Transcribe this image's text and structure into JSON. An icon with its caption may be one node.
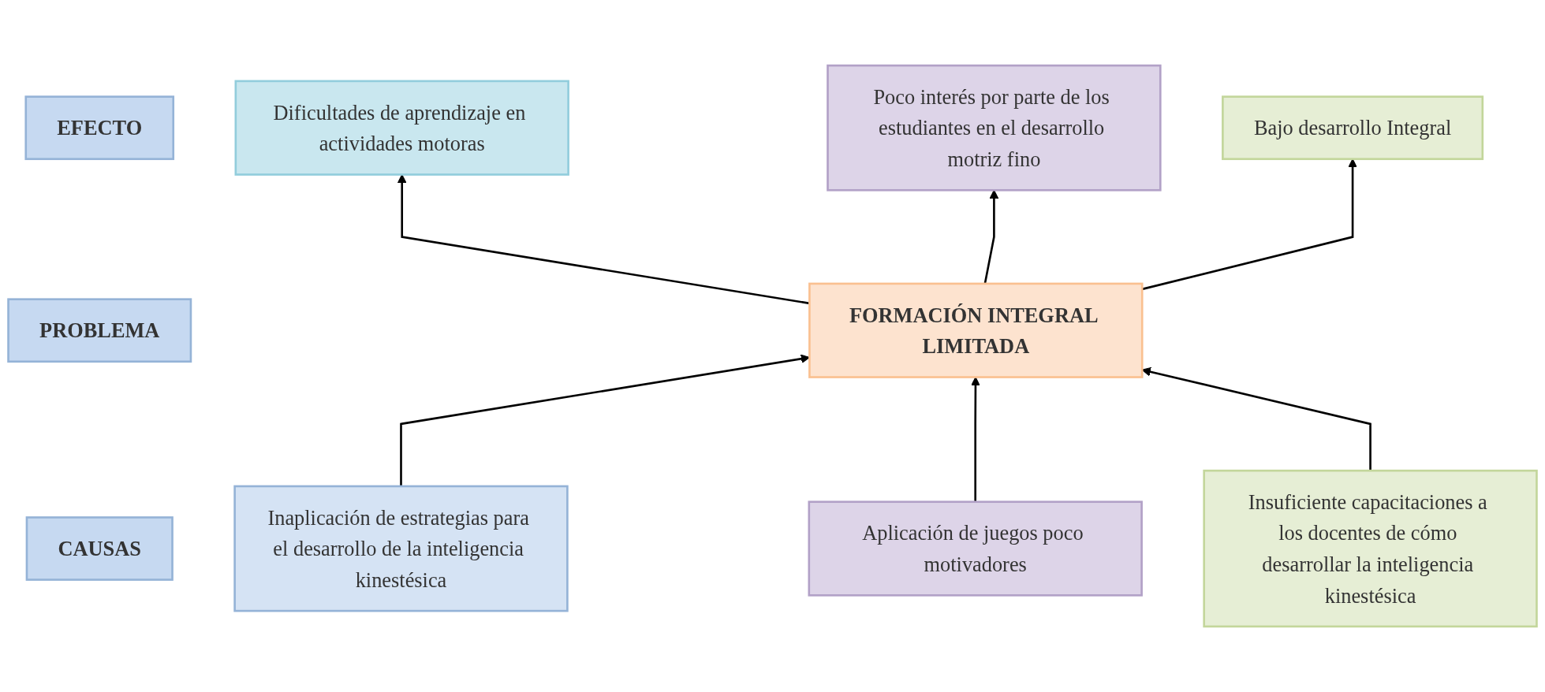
{
  "diagram": {
    "nodes": [
      {
        "text": [
          "EFECTO"
        ]
      },
      {
        "text": [
          "Dificultades de aprendizaje en actividades motoras"
        ]
      },
      {
        "text": [
          "Poco interés por parte de los estudiantes en el desarrollo motriz fino"
        ]
      },
      {
        "text": [
          "Bajo desarrollo Integral"
        ]
      },
      {
        "text": [
          "PROBLEMA"
        ]
      },
      {
        "text": [
          "FORMACIÓN INTEGRAL LIMITADA"
        ]
      },
      {
        "text": [
          "CAUSAS"
        ]
      },
      {
        "text": [
          "Inaplicación de estrategias para el desarrollo de la inteligencia kinestésica"
        ]
      },
      {
        "text": [
          "Aplicación de juegos poco motivadores"
        ]
      },
      {
        "text": [
          "Insuficiente capacitaciones a los docentes de cómo desarrollar la inteligencia kinestésica"
        ]
      }
    ],
    "edges": [
      {
        "from": 5,
        "to": 1,
        "arrow": "to"
      },
      {
        "from": 5,
        "to": 2,
        "arrow": "to"
      },
      {
        "from": 5,
        "to": 3,
        "arrow": "to"
      },
      {
        "from": 7,
        "to": 5,
        "arrow": "to"
      },
      {
        "from": 8,
        "to": 5,
        "arrow": "to"
      },
      {
        "from": 9,
        "to": 5,
        "arrow": "to"
      }
    ]
  }
}
